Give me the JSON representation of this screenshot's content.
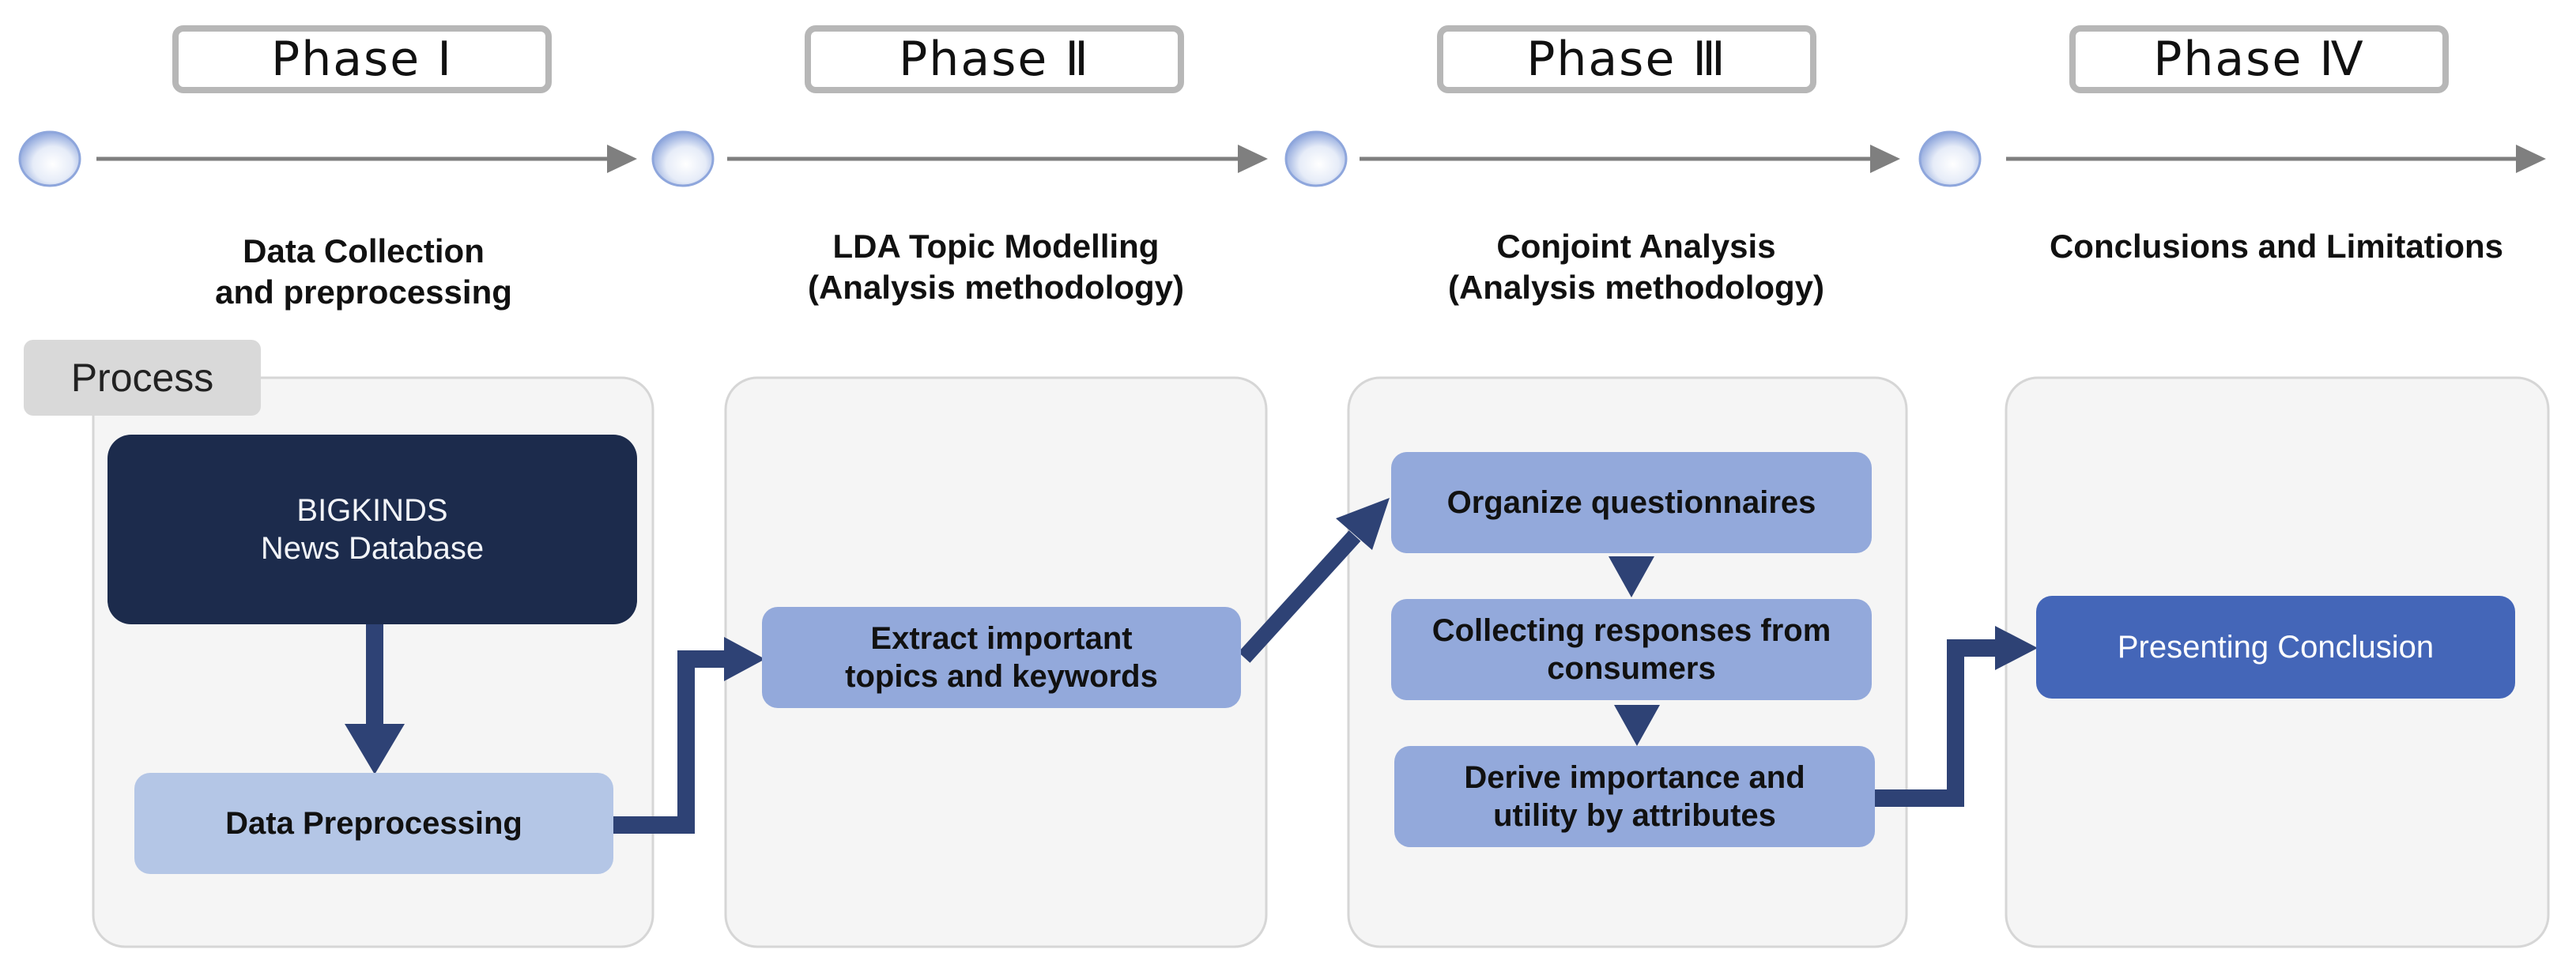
{
  "phases": [
    {
      "label": "Phase Ⅰ",
      "title_lines": [
        "Data Collection",
        "and preprocessing"
      ]
    },
    {
      "label": "Phase Ⅱ",
      "title_lines": [
        "LDA Topic Modelling",
        "(Analysis methodology)"
      ]
    },
    {
      "label": "Phase Ⅲ",
      "title_lines": [
        "Conjoint Analysis",
        "(Analysis methodology)"
      ]
    },
    {
      "label": "Phase Ⅳ",
      "title_lines": [
        "Conclusions and Limitations"
      ]
    }
  ],
  "process_label": "Process",
  "nodes": {
    "bigkinds": {
      "lines": [
        "BIGKINDS",
        "News Database"
      ]
    },
    "preprocessing": {
      "lines": [
        "Data Preprocessing"
      ]
    },
    "extract": {
      "lines": [
        "Extract important",
        "topics and keywords"
      ]
    },
    "organize": {
      "lines": [
        "Organize questionnaires"
      ]
    },
    "collecting": {
      "lines": [
        "Collecting responses from",
        "consumers"
      ]
    },
    "derive": {
      "lines": [
        "Derive importance and",
        "utility by attributes"
      ]
    },
    "conclusion": {
      "lines": [
        "Presenting Conclusion"
      ]
    }
  },
  "colors": {
    "timeline_arrow": "#7f7f7f",
    "flow_arrow": "#2e4275",
    "panel_fill": "#f5f5f5",
    "panel_border": "#d6d6d6",
    "dark_node": "#1c2b4c",
    "light_node": "#b4c6e6",
    "mid_node": "#93a9db",
    "blue_node": "#4466b8"
  }
}
